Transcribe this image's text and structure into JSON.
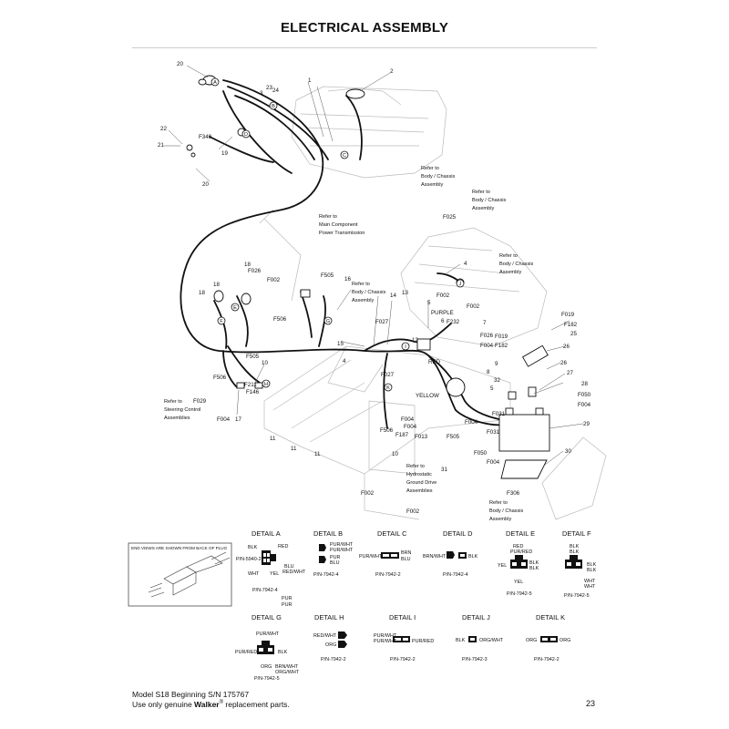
{
  "page": {
    "title": "ELECTRICAL ASSEMBLY",
    "page_number": "23"
  },
  "footer": {
    "line1": "Model S18 Beginning S/N 175767",
    "line2_prefix": "Use only genuine ",
    "line2_brand": "Walker",
    "line2_reg": "®",
    "line2_suffix": " replacement parts."
  },
  "callouts": {
    "n1": "1",
    "n2": "2",
    "n3": "3",
    "n4": "4",
    "n5": "5",
    "n6": "6",
    "n7": "7",
    "n10": "10",
    "n11": "11",
    "n12": "12",
    "n13": "13",
    "n14": "14",
    "n15": "15",
    "n16": "16",
    "n17": "17",
    "n18": "18",
    "n19": "19",
    "n20": "20",
    "n21": "21",
    "n22": "22",
    "n23": "23",
    "n24": "24",
    "n25": "25",
    "n26": "26",
    "n27": "27",
    "n28": "28",
    "n29": "29",
    "n30": "30",
    "n31": "31",
    "n32": "32",
    "f025": "F025",
    "f002": "F002",
    "f026": "F026",
    "f505": "F505",
    "f506": "F506",
    "f027": "F027",
    "f232": "F232",
    "f019": "F019",
    "f182": "F182",
    "f004": "F004",
    "f211": "F211",
    "f146": "F146",
    "f029": "F029",
    "f187": "F187",
    "f013": "F013",
    "f031": "F031",
    "f050": "F050",
    "f306": "F306",
    "f349": "F349",
    "purple": "PURPLE",
    "red": "RED",
    "yellow": "YELLOW"
  },
  "refer_notes": {
    "r_top": [
      "Refer to",
      "Body / Chassis",
      "Assembly"
    ],
    "r_top2": [
      "Refer to",
      "Body / Chassis",
      "Assembly"
    ],
    "r_main": [
      "Refer to",
      "Main Component",
      "Power Transmission"
    ],
    "r_right": [
      "Refer to",
      "Body / Chassis",
      "Assembly"
    ],
    "r_mid": [
      "Refer to",
      "Body / Chassis",
      "Assembly"
    ],
    "r_steer": [
      "Refer to",
      "Steering Control",
      "Assemblies"
    ],
    "r_hydro": [
      "Refer to",
      "Hydrostatic",
      "Ground Drive",
      "Assemblies"
    ],
    "r_bottom": [
      "Refer to",
      "Body / Chassis",
      "Assembly"
    ]
  },
  "detail_letters": {
    "A": "A",
    "B": "B",
    "C": "C",
    "D": "D",
    "E": "E",
    "F": "F",
    "G": "G",
    "H": "H",
    "I": "I",
    "J": "J",
    "K": "K"
  },
  "end_view_note": "END VIEWS ARE SHOWN FROM BACK OF PLUG",
  "details": {
    "a": {
      "title": "DETAIL A",
      "pn": "P/N-5940-2",
      "pn2": "P/N-7942-4",
      "blk": "BLK",
      "red": "RED",
      "wht": "WHT",
      "yel": "YEL",
      "blu": "BLU",
      "redwht": "RED/WHT",
      "pur": "PUR",
      "pur2": "PUR"
    },
    "b": {
      "title": "DETAIL B",
      "purwht1": "PUR/WHT",
      "purwht2": "PUR/WHT",
      "pur": "PUR",
      "blu": "BLU",
      "pn": "P/N-7942-4"
    },
    "c": {
      "title": "DETAIL C",
      "purwht": "PUR/WHT",
      "brn": "BRN",
      "blu": "BLU",
      "pn": "P/N-7942-2"
    },
    "d": {
      "title": "DETAIL D",
      "brnwht": "BRN/WHT",
      "blk": "BLK",
      "pn": "P/N-7942-4"
    },
    "e": {
      "title": "DETAIL E",
      "red": "RED",
      "purred": "PUR/RED",
      "yel": "YEL",
      "blk1": "BLK",
      "blk2": "BLK",
      "yel2": "YEL",
      "pn": "P/N-7942-5"
    },
    "f": {
      "title": "DETAIL F",
      "blk1": "BLK",
      "blk2": "BLK",
      "blk3": "BLK",
      "blk4": "BLK",
      "wht1": "WHT",
      "wht2": "WHT",
      "pn": "P/N-7942-5"
    },
    "g": {
      "title": "DETAIL G",
      "purwht": "PUR/WHT",
      "purred": "PUR/RED",
      "blk": "BLK",
      "org": "ORG",
      "brnwht": "BRN/WHT",
      "orgwht": "ORG/WHT",
      "pn": "P/N-7942-5"
    },
    "h": {
      "title": "DETAIL H",
      "redwht": "RED/WHT",
      "org": "ORG",
      "pn": "P/N-7942-2"
    },
    "i": {
      "title": "DETAIL I",
      "purwht1": "PUR/WHT",
      "purwht2": "PUR/WHT",
      "purred": "PUR/RED",
      "pn": "P/N-7942-2"
    },
    "j": {
      "title": "DETAIL J",
      "blk": "BLK",
      "orgwht": "ORG/WHT",
      "pn": "P/N-7942-3"
    },
    "k": {
      "title": "DETAIL K",
      "org1": "ORG",
      "org2": "ORG",
      "pn": "P/N-7942-2"
    }
  }
}
